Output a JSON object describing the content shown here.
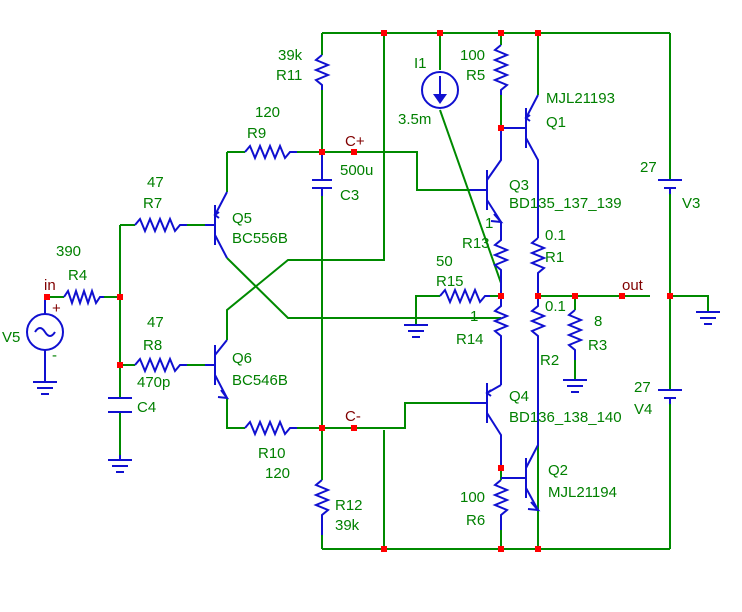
{
  "labels": {
    "R11": "R11",
    "R11_val": "39k",
    "R9": "R9",
    "R9_val": "120",
    "R7": "R7",
    "R7_val": "47",
    "R4": "R4",
    "R4_val": "390",
    "R8": "R8",
    "R8_val": "47",
    "C4": "C4",
    "C4_val": "470p",
    "R10": "R10",
    "R10_val": "120",
    "R12": "R12",
    "R12_val": "39k",
    "C3": "C3",
    "C3_val": "500u",
    "Q5": "Q5",
    "Q5_part": "BC556B",
    "Q6": "Q6",
    "Q6_part": "BC546B",
    "I1": "I1",
    "I1_val": "3.5m",
    "R5": "R5",
    "R5_val": "100",
    "Q1": "Q1",
    "Q1_part": "MJL21193",
    "Q3": "Q3",
    "Q3_part": "BD135_137_139",
    "R13": "R13",
    "R13_val": "1",
    "R15": "R15",
    "R15_val": "50",
    "R14": "R14",
    "R14_val": "1",
    "R1": "R1",
    "R1_val": "0.1",
    "R2": "R2",
    "R2_val": "0.1",
    "R3": "R3",
    "R3_val": "8",
    "Q4": "Q4",
    "Q4_part": "BD136_138_140",
    "Q2": "Q2",
    "Q2_part": "MJL21194",
    "R6": "R6",
    "R6_val": "100",
    "V3": "V3",
    "V3_val": "27",
    "V4": "V4",
    "V4_val": "27",
    "V5": "V5",
    "net_in": "in",
    "net_out": "out",
    "net_cplus": "C+",
    "net_cminus": "C-",
    "plus": "+",
    "minus": "-"
  }
}
